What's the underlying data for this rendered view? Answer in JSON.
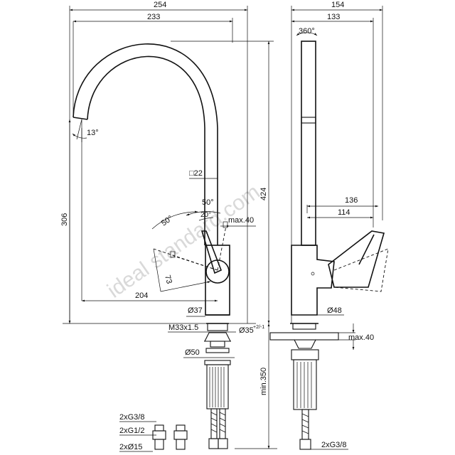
{
  "front_view": {
    "width_total": "254",
    "width_spout": "233",
    "height_total": "424",
    "height_spout": "306",
    "spout_angle": "13°",
    "lever_square": "□22",
    "lever_angle_top": "50°",
    "lever_angle_left": "50°",
    "lever_angle_small": "20°",
    "lever_max": "max.40",
    "lever_radius": "73",
    "reach": "204",
    "body_diameter": "Ø37",
    "thread": "M33x1.5",
    "hole_diameter": "Ø35",
    "hole_tolerance": "+2/-1",
    "base_diameter": "Ø50",
    "hose_length": "min.350"
  },
  "side_view": {
    "width_total": "154",
    "width_top": "133",
    "rotation": "360°",
    "depth_lever": "136",
    "depth_body": "114",
    "base_diameter": "Ø48",
    "deck_max": "max.40",
    "hose_connection": "2xG3/8"
  },
  "accessories": {
    "label_1": "2xG3/8",
    "label_2": "2xG1/2",
    "label_3": "2xØ15"
  },
  "watermark": "ideal standard.com"
}
